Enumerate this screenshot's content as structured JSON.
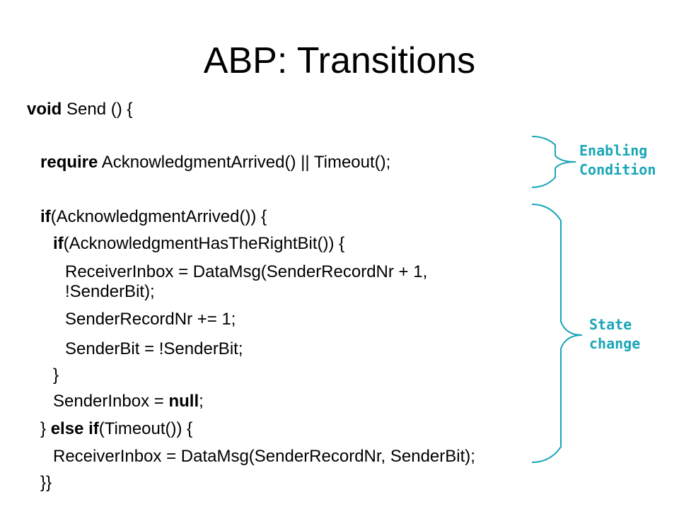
{
  "slide": {
    "title": "ABP: Transitions"
  },
  "code": {
    "l1": {
      "kw": "void",
      "rest": " Send () {"
    },
    "l2": {
      "kw": "require",
      "rest": " AcknowledgmentArrived()  || Timeout();"
    },
    "l3": {
      "kw": "if",
      "rest": "(AcknowledgmentArrived()) {"
    },
    "l4": {
      "kw": "if",
      "rest": "(AcknowledgmentHasTheRightBit()) {"
    },
    "l5": {
      "text": "ReceiverInbox = DataMsg(SenderRecordNr  + 1,"
    },
    "l6": {
      "text": "!SenderBit);"
    },
    "l7": {
      "text": "SenderRecordNr  += 1;"
    },
    "l8": {
      "text": "SenderBit = !SenderBit;"
    },
    "l9": {
      "text": "}"
    },
    "l10": {
      "pre": "SenderInbox = ",
      "kw": "null",
      "post": ";"
    },
    "l11": {
      "pre": "} ",
      "kw": "else if",
      "post": "(Timeout()) {"
    },
    "l12": {
      "text": "ReceiverInbox = DataMsg(SenderRecordNr,  SenderBit);"
    },
    "l13": {
      "text": "}}"
    }
  },
  "annotations": {
    "enabling_line1": "Enabling",
    "enabling_line2": "Condition",
    "state_line1": "State",
    "state_line2": "change",
    "color": "#1aa6b7"
  }
}
